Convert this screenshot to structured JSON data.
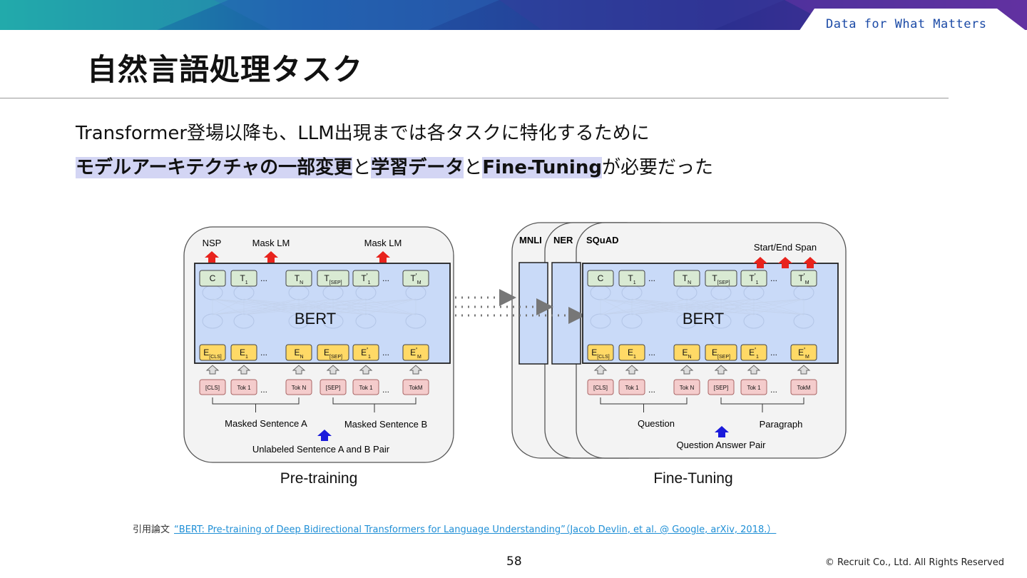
{
  "header": {
    "brand": "Data for What Matters",
    "title": "自然言語処理タスク"
  },
  "body": {
    "line1": "Transformer登場以降も、LLM出現までは各タスクに特化するために",
    "line2": {
      "hl1": "モデルアーキテクチャの一部変更",
      "conj1": "と",
      "hl2": "学習データ",
      "conj2": "と",
      "hl3": "Fine-Tuning",
      "tail": "が必要だった"
    }
  },
  "diagram": {
    "pretrain": {
      "caption": "Pre-training",
      "heads": [
        "NSP",
        "Mask LM",
        "Mask LM"
      ],
      "model": "BERT",
      "outputs": [
        {
          "base": "C",
          "sub": "",
          "sup": ""
        },
        {
          "base": "T",
          "sub": "1",
          "sup": ""
        },
        {
          "base": "...",
          "sub": "",
          "sup": ""
        },
        {
          "base": "T",
          "sub": "N",
          "sup": ""
        },
        {
          "base": "T",
          "sub": "[SEP]",
          "sup": ""
        },
        {
          "base": "T",
          "sub": "1",
          "sup": "'"
        },
        {
          "base": "...",
          "sub": "",
          "sup": ""
        },
        {
          "base": "T",
          "sub": "M",
          "sup": "'"
        }
      ],
      "embeddings": [
        {
          "base": "E",
          "sub": "[CLS]",
          "sup": ""
        },
        {
          "base": "E",
          "sub": "1",
          "sup": ""
        },
        {
          "base": "...",
          "sub": "",
          "sup": ""
        },
        {
          "base": "E",
          "sub": "N",
          "sup": ""
        },
        {
          "base": "E",
          "sub": "[SEP]",
          "sup": ""
        },
        {
          "base": "E",
          "sub": "1",
          "sup": "'"
        },
        {
          "base": "...",
          "sub": "",
          "sup": ""
        },
        {
          "base": "E",
          "sub": "M",
          "sup": "'"
        }
      ],
      "tokens": [
        "[CLS]",
        "Tok 1",
        "...",
        "Tok N",
        "[SEP]",
        "Tok 1",
        "...",
        "TokM"
      ],
      "segment_a": "Masked Sentence A",
      "segment_b": "Masked Sentence B",
      "input_pair": "Unlabeled Sentence A and B Pair"
    },
    "finetune": {
      "caption": "Fine-Tuning",
      "tasks": [
        "MNLI",
        "NER",
        "SQuAD"
      ],
      "span_label": "Start/End Span",
      "model": "BERT",
      "outputs": [
        {
          "base": "C",
          "sub": "",
          "sup": ""
        },
        {
          "base": "T",
          "sub": "1",
          "sup": ""
        },
        {
          "base": "...",
          "sub": "",
          "sup": ""
        },
        {
          "base": "T",
          "sub": "N",
          "sup": ""
        },
        {
          "base": "T",
          "sub": "[SEP]",
          "sup": ""
        },
        {
          "base": "T",
          "sub": "1",
          "sup": "'"
        },
        {
          "base": "...",
          "sub": "",
          "sup": ""
        },
        {
          "base": "T",
          "sub": "M",
          "sup": "'"
        }
      ],
      "embeddings": [
        {
          "base": "E",
          "sub": "[CLS]",
          "sup": ""
        },
        {
          "base": "E",
          "sub": "1",
          "sup": ""
        },
        {
          "base": "...",
          "sub": "",
          "sup": ""
        },
        {
          "base": "E",
          "sub": "N",
          "sup": ""
        },
        {
          "base": "E",
          "sub": "[SEP]",
          "sup": ""
        },
        {
          "base": "E",
          "sub": "1",
          "sup": "'"
        },
        {
          "base": "...",
          "sub": "",
          "sup": ""
        },
        {
          "base": "E",
          "sub": "M",
          "sup": "'"
        }
      ],
      "tokens": [
        "[CLS]",
        "Tok 1",
        "...",
        "Tok N",
        "[SEP]",
        "Tok 1",
        "...",
        "TokM"
      ],
      "segment_a": "Question",
      "segment_b": "Paragraph",
      "input_pair": "Question Answer Pair"
    }
  },
  "citation": {
    "label": "引用論文",
    "link_text": "“BERT: Pre-training of Deep Bidirectional Transformers for Language Understanding”（Jacob Devlin, et al. @ Google, arXiv, 2018.）"
  },
  "footer": {
    "page": "58",
    "copyright": "© Recruit Co., Ltd. All Rights Reserved"
  },
  "colors": {
    "highlight": "#d3d5f4",
    "bert_fill": "#c9daf8",
    "output_fill": "#d9ead3",
    "embed_fill": "#ffd966",
    "token_fill": "#f4cccc",
    "arrow_red": "#e8231d",
    "arrow_blue": "#1a1adb",
    "link": "#1f8fd6"
  }
}
